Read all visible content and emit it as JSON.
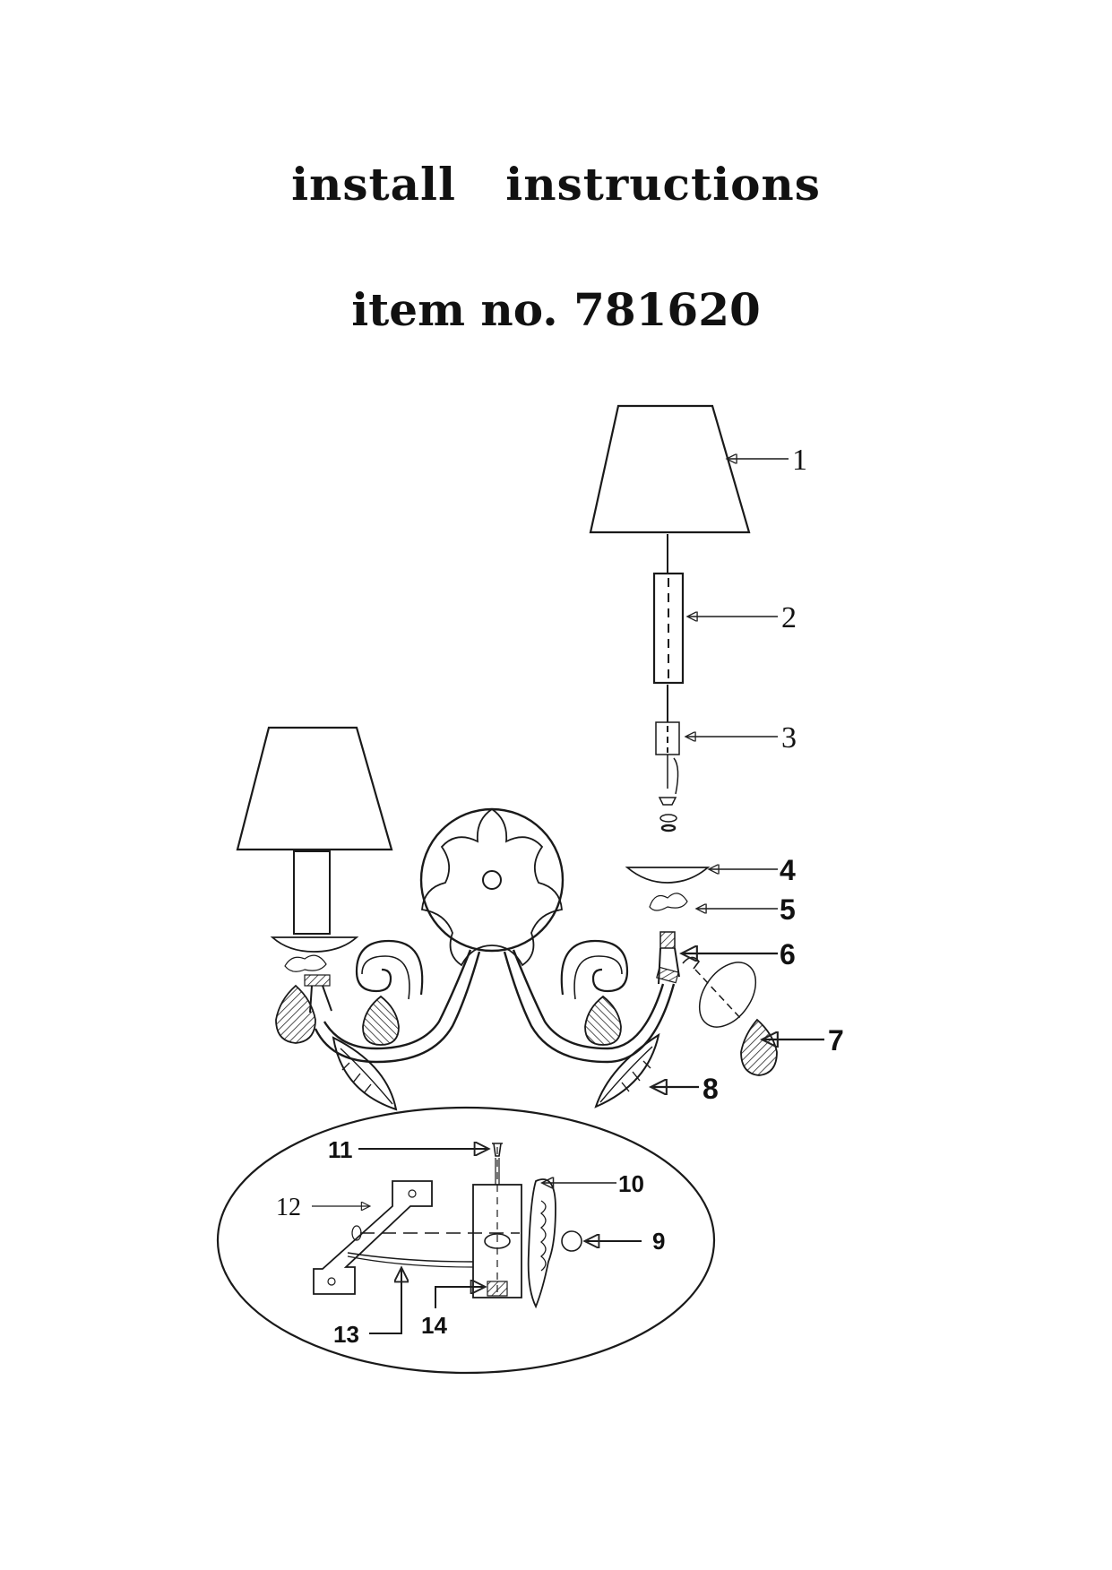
{
  "title": "install   instructions",
  "item": {
    "prefix": "item no.",
    "number": "781620"
  },
  "callouts": [
    "1",
    "2",
    "3",
    "4",
    "5",
    "6",
    "7",
    "8",
    "9",
    "10",
    "11",
    "12",
    "13",
    "14"
  ]
}
